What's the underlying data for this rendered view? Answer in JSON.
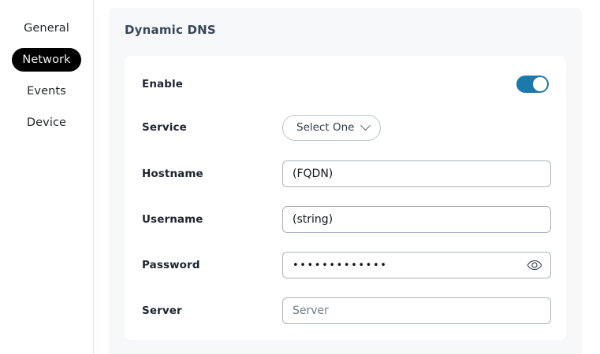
{
  "sidebar": {
    "items": [
      {
        "label": "General",
        "active": false
      },
      {
        "label": "Network",
        "active": true
      },
      {
        "label": "Events",
        "active": false
      },
      {
        "label": "Device",
        "active": false
      }
    ]
  },
  "panel": {
    "title": "Dynamic DNS"
  },
  "form": {
    "enable": {
      "label": "Enable",
      "toggle_on": true,
      "accent_color": "#1b7aab"
    },
    "service": {
      "label": "Service",
      "selected": "Select One",
      "chevron_icon": "chevron-down-icon"
    },
    "hostname": {
      "label": "Hostname",
      "value": "(FQDN)",
      "is_placeholder": false
    },
    "username": {
      "label": "Username",
      "value": "(string)",
      "is_placeholder": false
    },
    "password": {
      "label": "Password",
      "value": "•••••••••••••",
      "reveal_icon": "eye-icon",
      "is_placeholder": false
    },
    "server": {
      "label": "Server",
      "value": "",
      "placeholder": "Server",
      "is_placeholder": true
    }
  }
}
